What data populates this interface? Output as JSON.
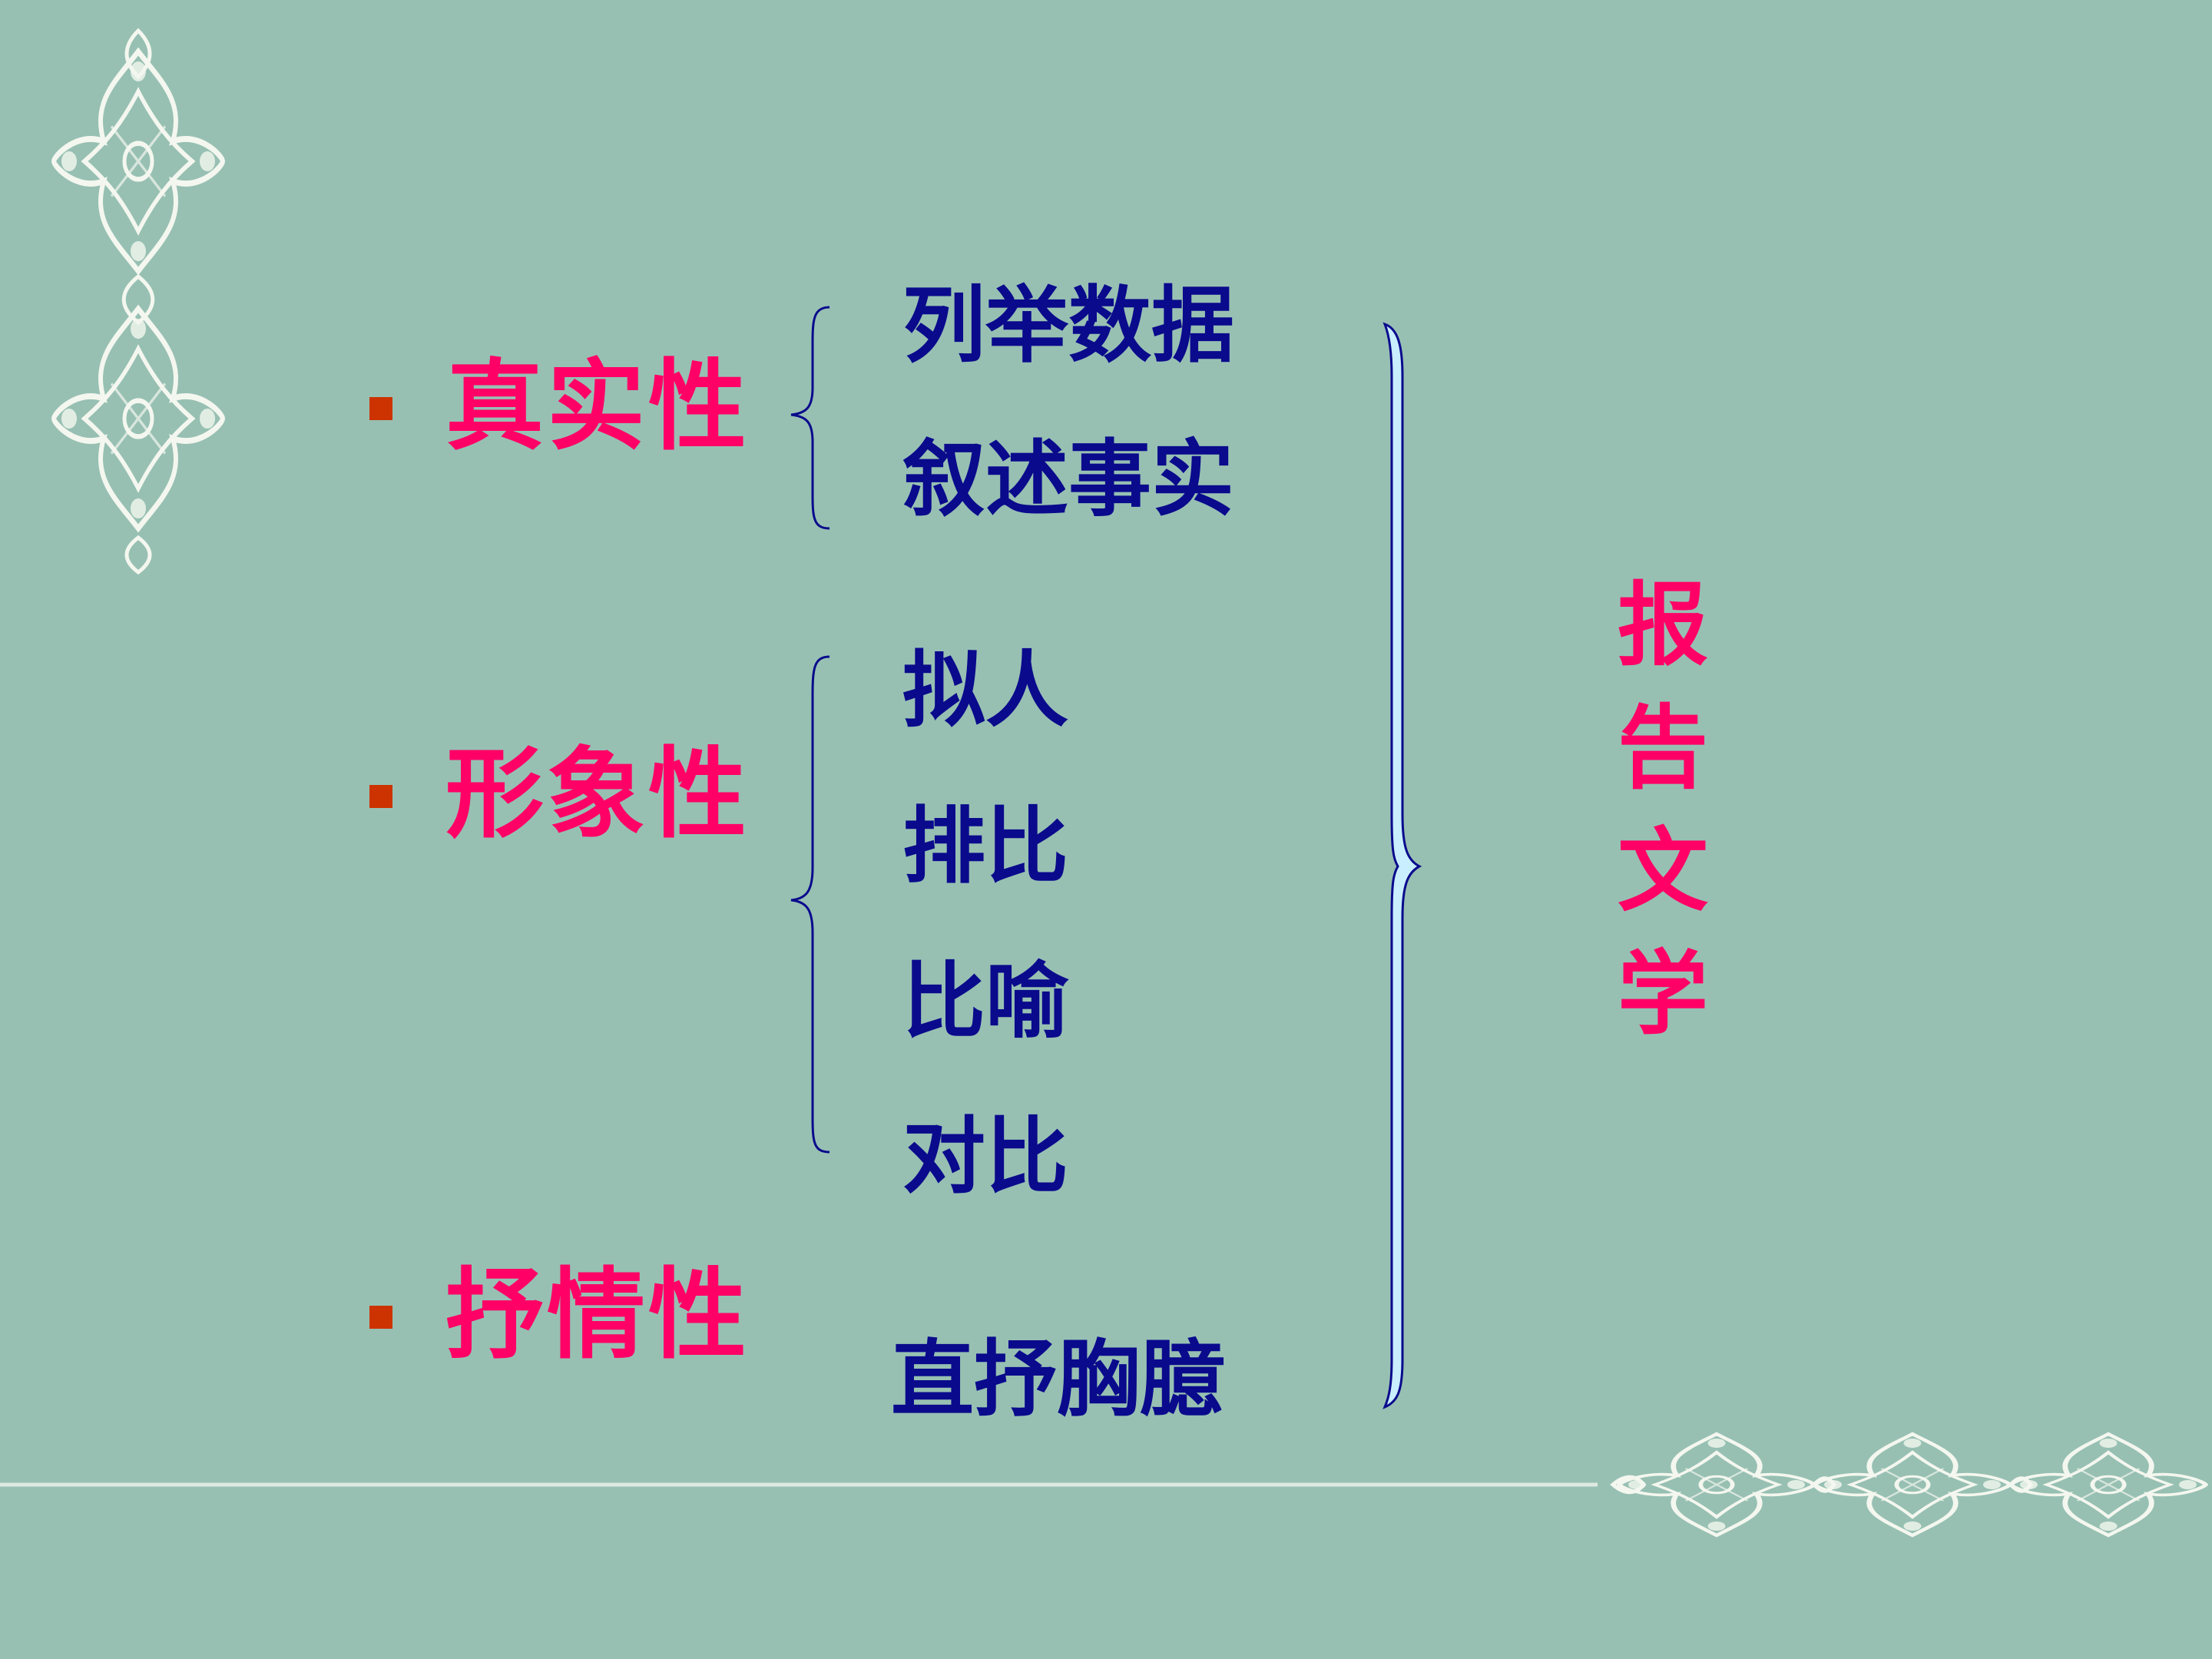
{
  "properties": [
    {
      "label": "真实性"
    },
    {
      "label": "形象性"
    },
    {
      "label": "抒情性"
    }
  ],
  "items": {
    "zhenshi": [
      "列举数据",
      "叙述事实"
    ],
    "xingxiang": [
      "拟人",
      "排比",
      "比喻",
      "对比"
    ],
    "shuqing": [
      "直抒胸臆"
    ]
  },
  "conclusion": {
    "chars": [
      "报",
      "告",
      "文",
      "学"
    ]
  },
  "colors": {
    "background": "#97c0b3",
    "property_text": "#ff0066",
    "item_text": "#0a0a8c",
    "bullet": "#cc3300",
    "brace_stroke": "#0a0a8c",
    "big_brace_fill": "#c9eeff",
    "ornament": "#f4f7ef"
  }
}
